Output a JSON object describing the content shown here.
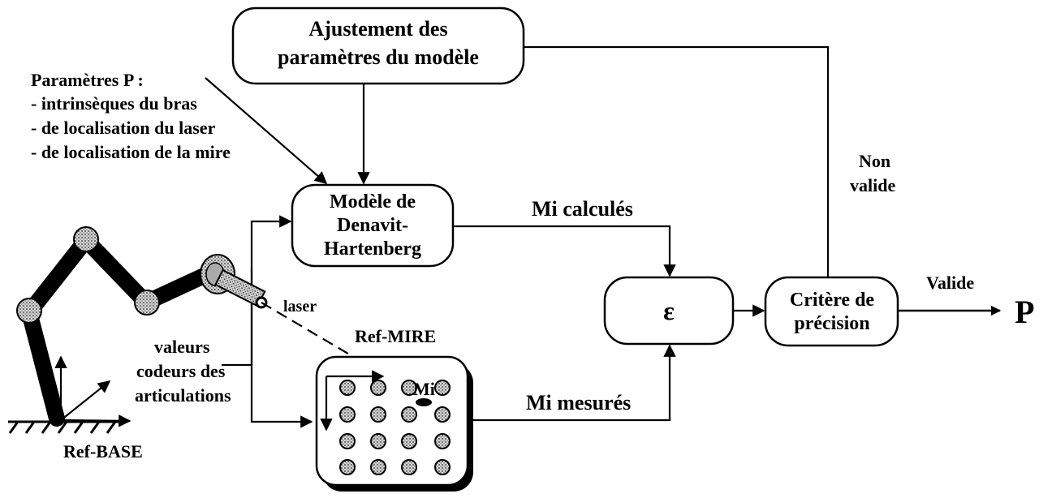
{
  "boxes": {
    "ajustement": [
      "Ajustement des",
      "paramètres du modèle"
    ],
    "modele": [
      "Modèle de",
      "Denavit-",
      "Hartenberg"
    ],
    "epsilon": "ε",
    "critere": [
      "Critère de",
      "précision"
    ]
  },
  "parametres": {
    "title": "Paramètres P :",
    "items": [
      "- intrinsèques du bras",
      "- de localisation du laser",
      "- de localisation de la mire"
    ]
  },
  "labels": {
    "mi_calcules": "Mi calculés",
    "mi_mesures": "Mi mesurés",
    "non": "Non",
    "valide_nv": "valide",
    "valide": "Valide",
    "output": "P",
    "laser": "laser",
    "ref_mire": "Ref-MIRE",
    "mi": "Mi",
    "ref_base": "Ref-BASE",
    "valeurs": [
      "valeurs",
      "codeurs des",
      "articulations"
    ]
  }
}
